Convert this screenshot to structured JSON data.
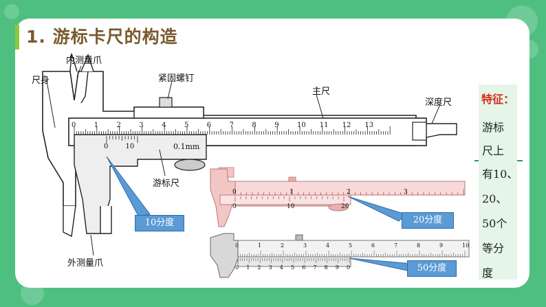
{
  "slide": {
    "title": "1. 游标卡尺的构造"
  },
  "labels": {
    "inner_jaws": "内测量爪",
    "body": "尺身",
    "screw": "紧固螺钉",
    "main_scale": "主尺",
    "depth_rod": "深度尺",
    "vernier": "游标尺",
    "outer_jaws": "外测量爪",
    "precision": "0.1mm"
  },
  "main_scale_numbers": [
    "0",
    "1",
    "2",
    "3",
    "4",
    "5",
    "6",
    "7",
    "8",
    "9",
    "10",
    "11",
    "12",
    "13"
  ],
  "vernier_numbers": [
    "0",
    "10"
  ],
  "callouts": {
    "ten": "10分度",
    "twenty": "20分度",
    "fifty": "50分度"
  },
  "caliper20": {
    "main_numbers": [
      "0",
      "1",
      "2",
      "3"
    ],
    "vernier_numbers": [
      "0",
      "10",
      "20"
    ]
  },
  "caliper50": {
    "main_numbers": [
      "0",
      "1",
      "2",
      "3",
      "4",
      "5",
      "6",
      "7",
      "8",
      "9",
      "10"
    ],
    "vernier_numbers": [
      "0",
      "1",
      "2",
      "3",
      "4",
      "5",
      "6",
      "7",
      "8",
      "9",
      "0"
    ]
  },
  "feature": {
    "title": "特征：",
    "lines": [
      "游标",
      "尺上",
      "有10、",
      "20、",
      "50个",
      "等分",
      "度"
    ]
  },
  "colors": {
    "background": "#4fbf7f",
    "title": "#7a5a2e",
    "feature_title": "#d42a1e",
    "callout": "#5b9bd5",
    "feature_box": "#e5f5e7"
  }
}
